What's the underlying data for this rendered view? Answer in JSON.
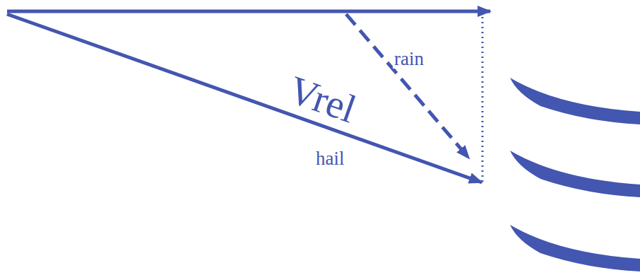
{
  "diagram": {
    "labels": [
      "rain",
      "Vrel",
      "hail"
    ]
  }
}
